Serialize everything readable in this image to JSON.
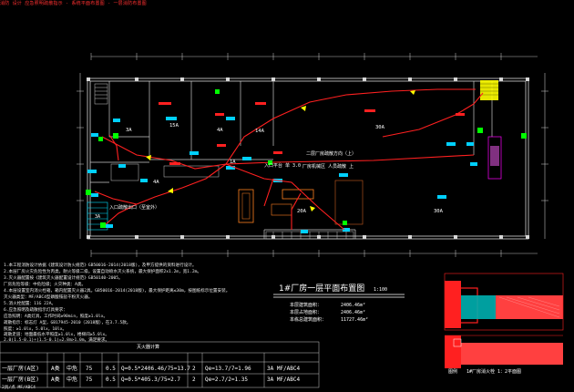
{
  "header": {
    "text": "消防 设计 应急照明疏散指示 - 系统平面布置图 - 一层消防布置图"
  },
  "rooms": {
    "r1": "3A",
    "r2": "15A",
    "r3": "4A",
    "r4": "14A",
    "r5": "1A",
    "r6": "30A",
    "r7": "20A",
    "r8": "30A",
    "r9": "4A"
  },
  "annotations": {
    "a1": "二层厂房疏散方向（上）",
    "a2": "入口平台 单 3.0",
    "a3": "厂房机械区 人员疏散 上",
    "a4": "入口疏散出口（至室外）",
    "a5": "3A"
  },
  "plan_title": {
    "text": "1#厂房一层平面布置图",
    "scale": "1:100"
  },
  "areas": {
    "l1": "本层建筑面积：",
    "v1": "2406.46m²",
    "l2": "本层占地面积：",
    "v2": "2406.46m²",
    "l3": "本栋总建筑面积：",
    "v3": "11727.46m²"
  },
  "notes": [
    "1.本工程消防设计依据《建筑设计防火规范》GB50016-2014(2018版)，及甲方提供的资料进行设计。",
    "2.本层厂房火灾危险性为丙类，耐火等级二级。设置自动喷水灭火系统，最大保护面积2x1.2m，宽1.2m。",
    "3.灭火器配置按《建筑灭火器配置设计规范》GB50140-2005。",
    "  厂房危险等级：中危险级；火灾种类：A类。",
    "4.本层设置室内消火栓箱，箱内配置灭火器2具。GB50016-2014(2018版)，最大保护距离≤30m，按图纸标示位置安装。",
    "  灭火器类型：MF/ABC4型磷酸铵盐干粉灭火器。",
    "5.消火栓配置：11G 22A。",
    "6.应急照明及疏散指示灯具要求：",
    "  应急照明：A类灯具，工作时间≥90min，照度≥1.0lx。",
    "  疏散指示：标志灯 A型，GB17945-2010（2018版），在3.7.5款。",
    "  照度：≥1.0lx，5.0lx，10lx。",
    "  疏散走道：地面最低水平照度≥1.0lx，楼梯间≥5.0lx。",
    "  2.0(1.5-0.1)+(1.5-0.1)=2.8m>1.0m，满足要求。"
  ],
  "table": {
    "caption": "灭火器计算",
    "rows": [
      [
        "一层厂房(A区)",
        "A类",
        "中危",
        "75",
        "0.5",
        "Q=0.5*2406.46/75=13.7",
        "2",
        "Qe=13.7/7=1.96",
        "3A MF/ABC4"
      ],
      [
        "一层厂房(B区)",
        "A类",
        "中危",
        "75",
        "0.5",
        "Q=0.5*405.3/75=2.7",
        "2",
        "Qe=2.7/2=1.35",
        "3A MF/ABC4"
      ]
    ],
    "footer": "2具/点 MF/ABC4"
  },
  "legend": {
    "label": "图例",
    "text": "1#厂房消火栓 1：2平面图"
  },
  "colors": {
    "background": "#000000",
    "wall": "#c8c8c8",
    "escape_route": "#ff2020",
    "hydrant": "#00ffff",
    "exit_sign": "#00ff00",
    "accent_yellow": "#ffff00",
    "purple": "#ff00ff",
    "orange": "#ff8020"
  }
}
